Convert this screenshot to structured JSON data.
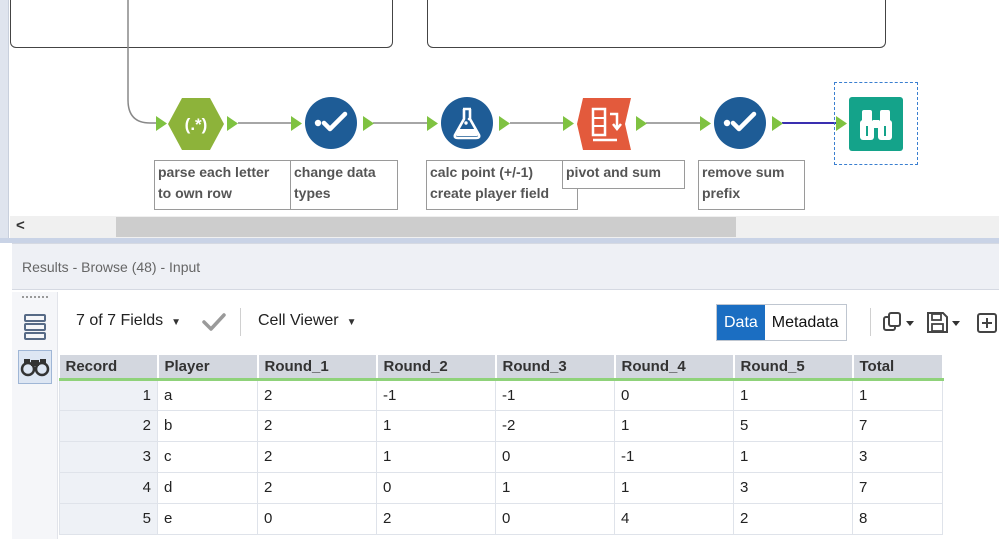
{
  "workflow": {
    "annotations": [
      "parse each letter\nto own row",
      "change data\ntypes",
      "calc point (+/-1)\ncreate player field",
      "pivot and sum",
      "remove sum\nprefix"
    ],
    "regex_icon_text": "(.*)"
  },
  "results": {
    "header_title": "Results - Browse (48) - Input",
    "fields_label": "7 of 7 Fields",
    "cell_viewer_label": "Cell Viewer",
    "data_tab": "Data",
    "metadata_tab": "Metadata",
    "columns": [
      "Record",
      "Player",
      "Round_1",
      "Round_2",
      "Round_3",
      "Round_4",
      "Round_5",
      "Total"
    ],
    "rows": [
      [
        "1",
        "a",
        "2",
        "-1",
        "-1",
        "0",
        "1",
        "1"
      ],
      [
        "2",
        "b",
        "2",
        "1",
        "-2",
        "1",
        "5",
        "7"
      ],
      [
        "3",
        "c",
        "2",
        "1",
        "0",
        "-1",
        "1",
        "3"
      ],
      [
        "4",
        "d",
        "2",
        "0",
        "1",
        "1",
        "3",
        "7"
      ],
      [
        "5",
        "e",
        "0",
        "2",
        "0",
        "4",
        "2",
        "8"
      ]
    ]
  },
  "colors": {
    "regex_tool": "#8db33a",
    "select_tool": "#1e5c96",
    "formula_tool": "#1e5c96",
    "crosstab_tool": "#e35a3c",
    "browse_tool": "#14a38a",
    "data_tab_active": "#1b6ec2"
  },
  "icons": [
    "regex-icon",
    "checkmark-icon",
    "flask-icon",
    "crosstab-icon",
    "binoculars-icon",
    "list-icon",
    "caret-down-icon",
    "copy-icon",
    "save-icon",
    "expand-icon",
    "scroll-left-icon"
  ]
}
